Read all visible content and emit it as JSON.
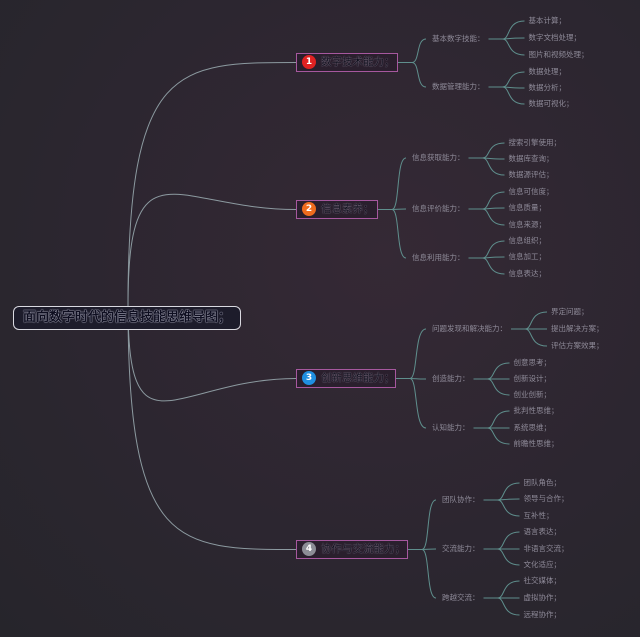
{
  "colors": {
    "root_link": "#8c9aa0",
    "branch_link": "#5f8f8d",
    "branch_border": "#a6589e",
    "badge_1": "#e02222",
    "badge_2": "#ef6c1e",
    "badge_3": "#1f8fe0",
    "badge_4": "#8d8d96"
  },
  "root": {
    "label": "面向数字时代的信息技能思维导图；"
  },
  "branches": [
    {
      "number": "1",
      "label": "数字技术能力；",
      "subs": [
        {
          "label": "基本数字技能：",
          "leaves": [
            "基本计算；",
            "数字文档处理；",
            "图片和视频处理；"
          ]
        },
        {
          "label": "数据管理能力：",
          "leaves": [
            "数据处理；",
            "数据分析；",
            "数据可视化；"
          ]
        }
      ]
    },
    {
      "number": "2",
      "label": "信息素养；",
      "subs": [
        {
          "label": "信息获取能力：",
          "leaves": [
            "搜索引擎使用；",
            "数据库查询；",
            "数据源评估；"
          ]
        },
        {
          "label": "信息评价能力：",
          "leaves": [
            "信息可信度；",
            "信息质量；",
            "信息来源；"
          ]
        },
        {
          "label": "信息利用能力：",
          "leaves": [
            "信息组织；",
            "信息加工；",
            "信息表达；"
          ]
        }
      ]
    },
    {
      "number": "3",
      "label": "创新思维能力；",
      "subs": [
        {
          "label": "问题发现和解决能力：",
          "leaves": [
            "界定问题；",
            "提出解决方案；",
            "评估方案效果；"
          ]
        },
        {
          "label": "创造能力：",
          "leaves": [
            "创意思考；",
            "创新设计；",
            "创业创新；"
          ]
        },
        {
          "label": "认知能力：",
          "leaves": [
            "批判性思维；",
            "系统思维；",
            "前瞻性思维；"
          ]
        }
      ]
    },
    {
      "number": "4",
      "label": "协作与交流能力；",
      "subs": [
        {
          "label": "团队协作：",
          "leaves": [
            "团队角色；",
            "领导与合作；",
            "互补性；"
          ]
        },
        {
          "label": "交流能力：",
          "leaves": [
            "语言表达；",
            "非语言交流；",
            "文化适应；"
          ]
        },
        {
          "label": "跨越交流：",
          "leaves": [
            "社交媒体；",
            "虚拟协作；",
            "远程协作；"
          ]
        }
      ]
    }
  ]
}
